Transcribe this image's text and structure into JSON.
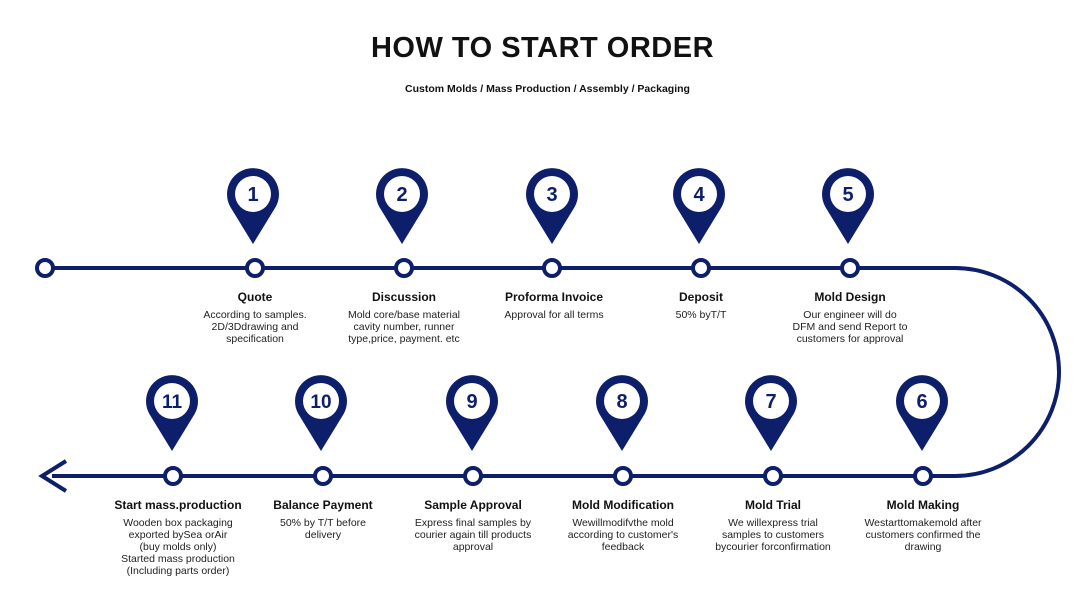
{
  "header": {
    "title": "HOW TO START ORDER",
    "subtitle": "Custom Molds / Mass Production / Assembly / Packaging"
  },
  "colors": {
    "navy": "#0d1f6b",
    "text": "#111111"
  },
  "icons": {
    "marker": "location-pin-icon",
    "arrow": "arrow-left-icon"
  },
  "steps": [
    {
      "number": "1",
      "label": "Quote",
      "desc": [
        "According to samples.",
        "2D/3Ddrawing and",
        "specification"
      ]
    },
    {
      "number": "2",
      "label": "Discussion",
      "desc": [
        "Mold core/base material",
        "cavity number, runner",
        "type,price, payment. etc"
      ]
    },
    {
      "number": "3",
      "label": "Proforma Invoice",
      "desc": [
        "Approval for all terms"
      ]
    },
    {
      "number": "4",
      "label": "Deposit",
      "desc": [
        "50% byT/T"
      ]
    },
    {
      "number": "5",
      "label": "Mold Design",
      "desc": [
        "Our engineer will do",
        "DFM and send Report to",
        "customers for approval"
      ]
    },
    {
      "number": "6",
      "label": "Mold Making",
      "desc": [
        "Westarttomakemold after",
        "customers confirmed the",
        "drawing"
      ]
    },
    {
      "number": "7",
      "label": "Mold Trial",
      "desc": [
        "We willexpress trial",
        "samples to customers",
        "bycourier forconfirmation"
      ]
    },
    {
      "number": "8",
      "label": "Mold Modification",
      "desc": [
        "Wewillmodifvthe mold",
        "according to customer's",
        "feedback"
      ]
    },
    {
      "number": "9",
      "label": "Sample Approval",
      "desc": [
        "Express final samples by",
        "courier again till products",
        "approval"
      ]
    },
    {
      "number": "10",
      "label": "Balance Payment",
      "desc": [
        "50% by T/T before",
        "delivery"
      ]
    },
    {
      "number": "11",
      "label": "Start mass.production",
      "desc": [
        "Wooden box packaging",
        "exported bySea orAir",
        "(buy molds only)",
        "Started mass production",
        "(Including parts order)"
      ]
    }
  ]
}
